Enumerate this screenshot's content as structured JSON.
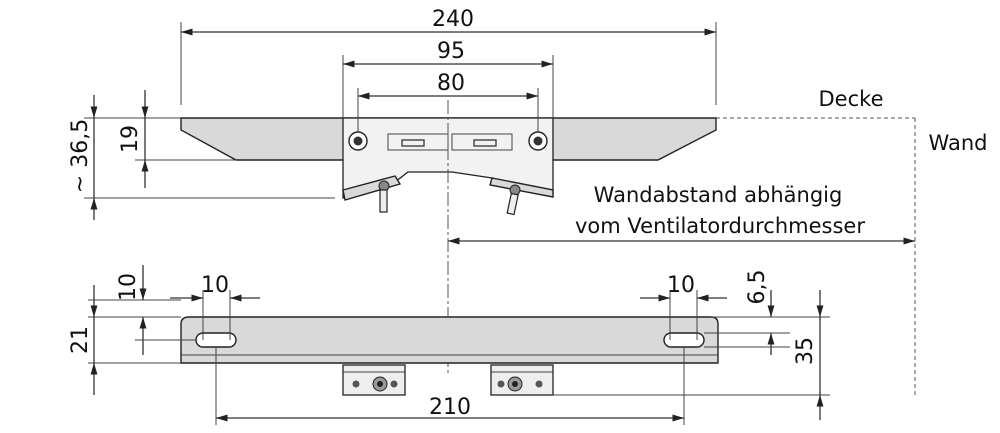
{
  "dimensions": {
    "d240": "240",
    "d95": "95",
    "d80": "80",
    "d19": "19",
    "d36_5": "~ 36,5",
    "d10_left_v": "10",
    "d10_left_h": "10",
    "d10_right_h": "10",
    "d21": "21",
    "d6_5": "6,5",
    "d35": "35",
    "d210": "210"
  },
  "labels": {
    "decke": "Decke",
    "wand": "Wand",
    "note_line1": "Wandabstand abhängig",
    "note_line2": "vom Ventilatordurchmesser"
  }
}
